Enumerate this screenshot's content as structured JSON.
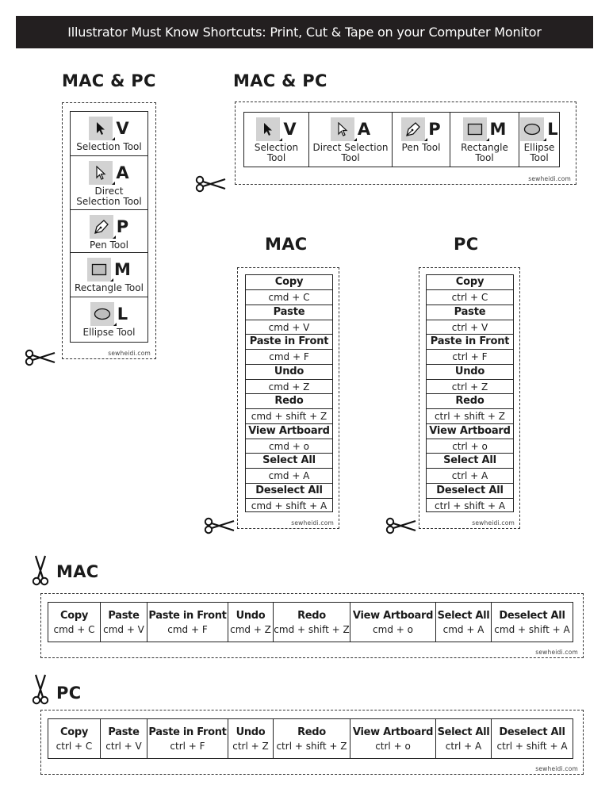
{
  "banner": "Illustrator Must Know Shortcuts: Print, Cut & Tape on your Computer Monitor",
  "credit": "sewheidi.com",
  "headings": {
    "tools_vertical": "MAC & PC",
    "tools_horizontal": "MAC & PC",
    "mac_column": "MAC",
    "pc_column": "PC",
    "mac_row": "MAC",
    "pc_row": "PC"
  },
  "tools": [
    {
      "key": "V",
      "label": "Selection Tool",
      "label_split": "Selection Tool",
      "icon": "selection-arrow-icon"
    },
    {
      "key": "A",
      "label": "Direct Selection Tool",
      "label_split": "Direct Selection Tool",
      "icon": "direct-selection-arrow-icon"
    },
    {
      "key": "P",
      "label": "Pen Tool",
      "label_split": "Pen Tool",
      "icon": "pen-icon"
    },
    {
      "key": "M",
      "label": "Rectangle Tool",
      "label_split": "Rectangle Tool",
      "icon": "rectangle-icon"
    },
    {
      "key": "L",
      "label": "Ellipse Tool",
      "label_split": "Ellipse Tool",
      "icon": "ellipse-icon"
    }
  ],
  "mac_shortcuts": [
    {
      "name": "Copy",
      "keys": "cmd + C"
    },
    {
      "name": "Paste",
      "keys": "cmd + V"
    },
    {
      "name": "Paste in Front",
      "keys": "cmd + F"
    },
    {
      "name": "Undo",
      "keys": "cmd + Z"
    },
    {
      "name": "Redo",
      "keys": "cmd + shift + Z"
    },
    {
      "name": "View Artboard",
      "keys": "cmd + o"
    },
    {
      "name": "Select All",
      "keys": "cmd + A"
    },
    {
      "name": "Deselect All",
      "keys": "cmd + shift + A"
    }
  ],
  "pc_shortcuts": [
    {
      "name": "Copy",
      "keys": "ctrl + C"
    },
    {
      "name": "Paste",
      "keys": "ctrl + V"
    },
    {
      "name": "Paste in Front",
      "keys": "ctrl + F"
    },
    {
      "name": "Undo",
      "keys": "ctrl + Z"
    },
    {
      "name": "Redo",
      "keys": "ctrl + shift + Z"
    },
    {
      "name": "View Artboard",
      "keys": "ctrl + o"
    },
    {
      "name": "Select All",
      "keys": "ctrl + A"
    },
    {
      "name": "Deselect All",
      "keys": "ctrl + shift + A"
    }
  ]
}
